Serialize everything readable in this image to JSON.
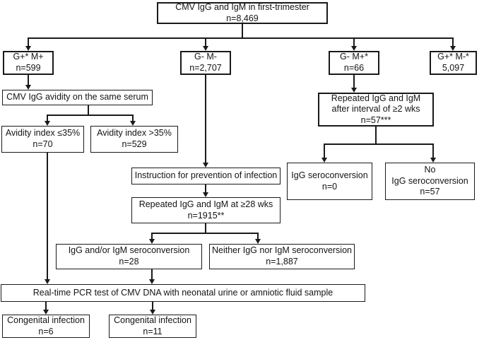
{
  "flowchart": {
    "boxes": {
      "root": [
        "CMV IgG and IgM in first-trimester",
        "n=8,469"
      ],
      "gpos_mpos": [
        "G+* M+",
        "n=599"
      ],
      "gneg_mneg": [
        "G- M-",
        "n=2,707"
      ],
      "gneg_mpos": [
        "G- M+*",
        "n=66"
      ],
      "gpos_mneg": [
        "G+* M-*",
        "5,097"
      ],
      "avidity_test": [
        "CMV IgG avidity on the same serum"
      ],
      "avidity_low": [
        "Avidity index ≤35%",
        "n=70"
      ],
      "avidity_high": [
        "Avidity index >35%",
        "n=529"
      ],
      "repeat_2wks": [
        "Repeated IgG and IgM",
        "after interval of ≥2 wks",
        "n=57***"
      ],
      "igg_seroconversion": [
        "IgG seroconversion",
        "n=0"
      ],
      "no_igg_seroconversion": [
        "No",
        "IgG seroconversion",
        "n=57"
      ],
      "instruction": [
        "Instruction for prevention of infection"
      ],
      "repeat_28wks": [
        "Repeated IgG and IgM at ≥28 wks",
        "n=1915**"
      ],
      "igg_igm_seroconversion": [
        "IgG and/or IgM seroconversion",
        "n=28"
      ],
      "neither_seroconversion": [
        "Neither IgG nor IgM seroconversion",
        "n=1,887"
      ],
      "pcr_test": [
        "Real-time PCR test of CMV DNA with neonatal urine or amniotic fluid sample"
      ],
      "congenital_6": [
        "Congenital infection",
        "n=6"
      ],
      "congenital_11": [
        "Congenital infection",
        "n=11"
      ]
    },
    "line_color": "#1a1a1a"
  }
}
